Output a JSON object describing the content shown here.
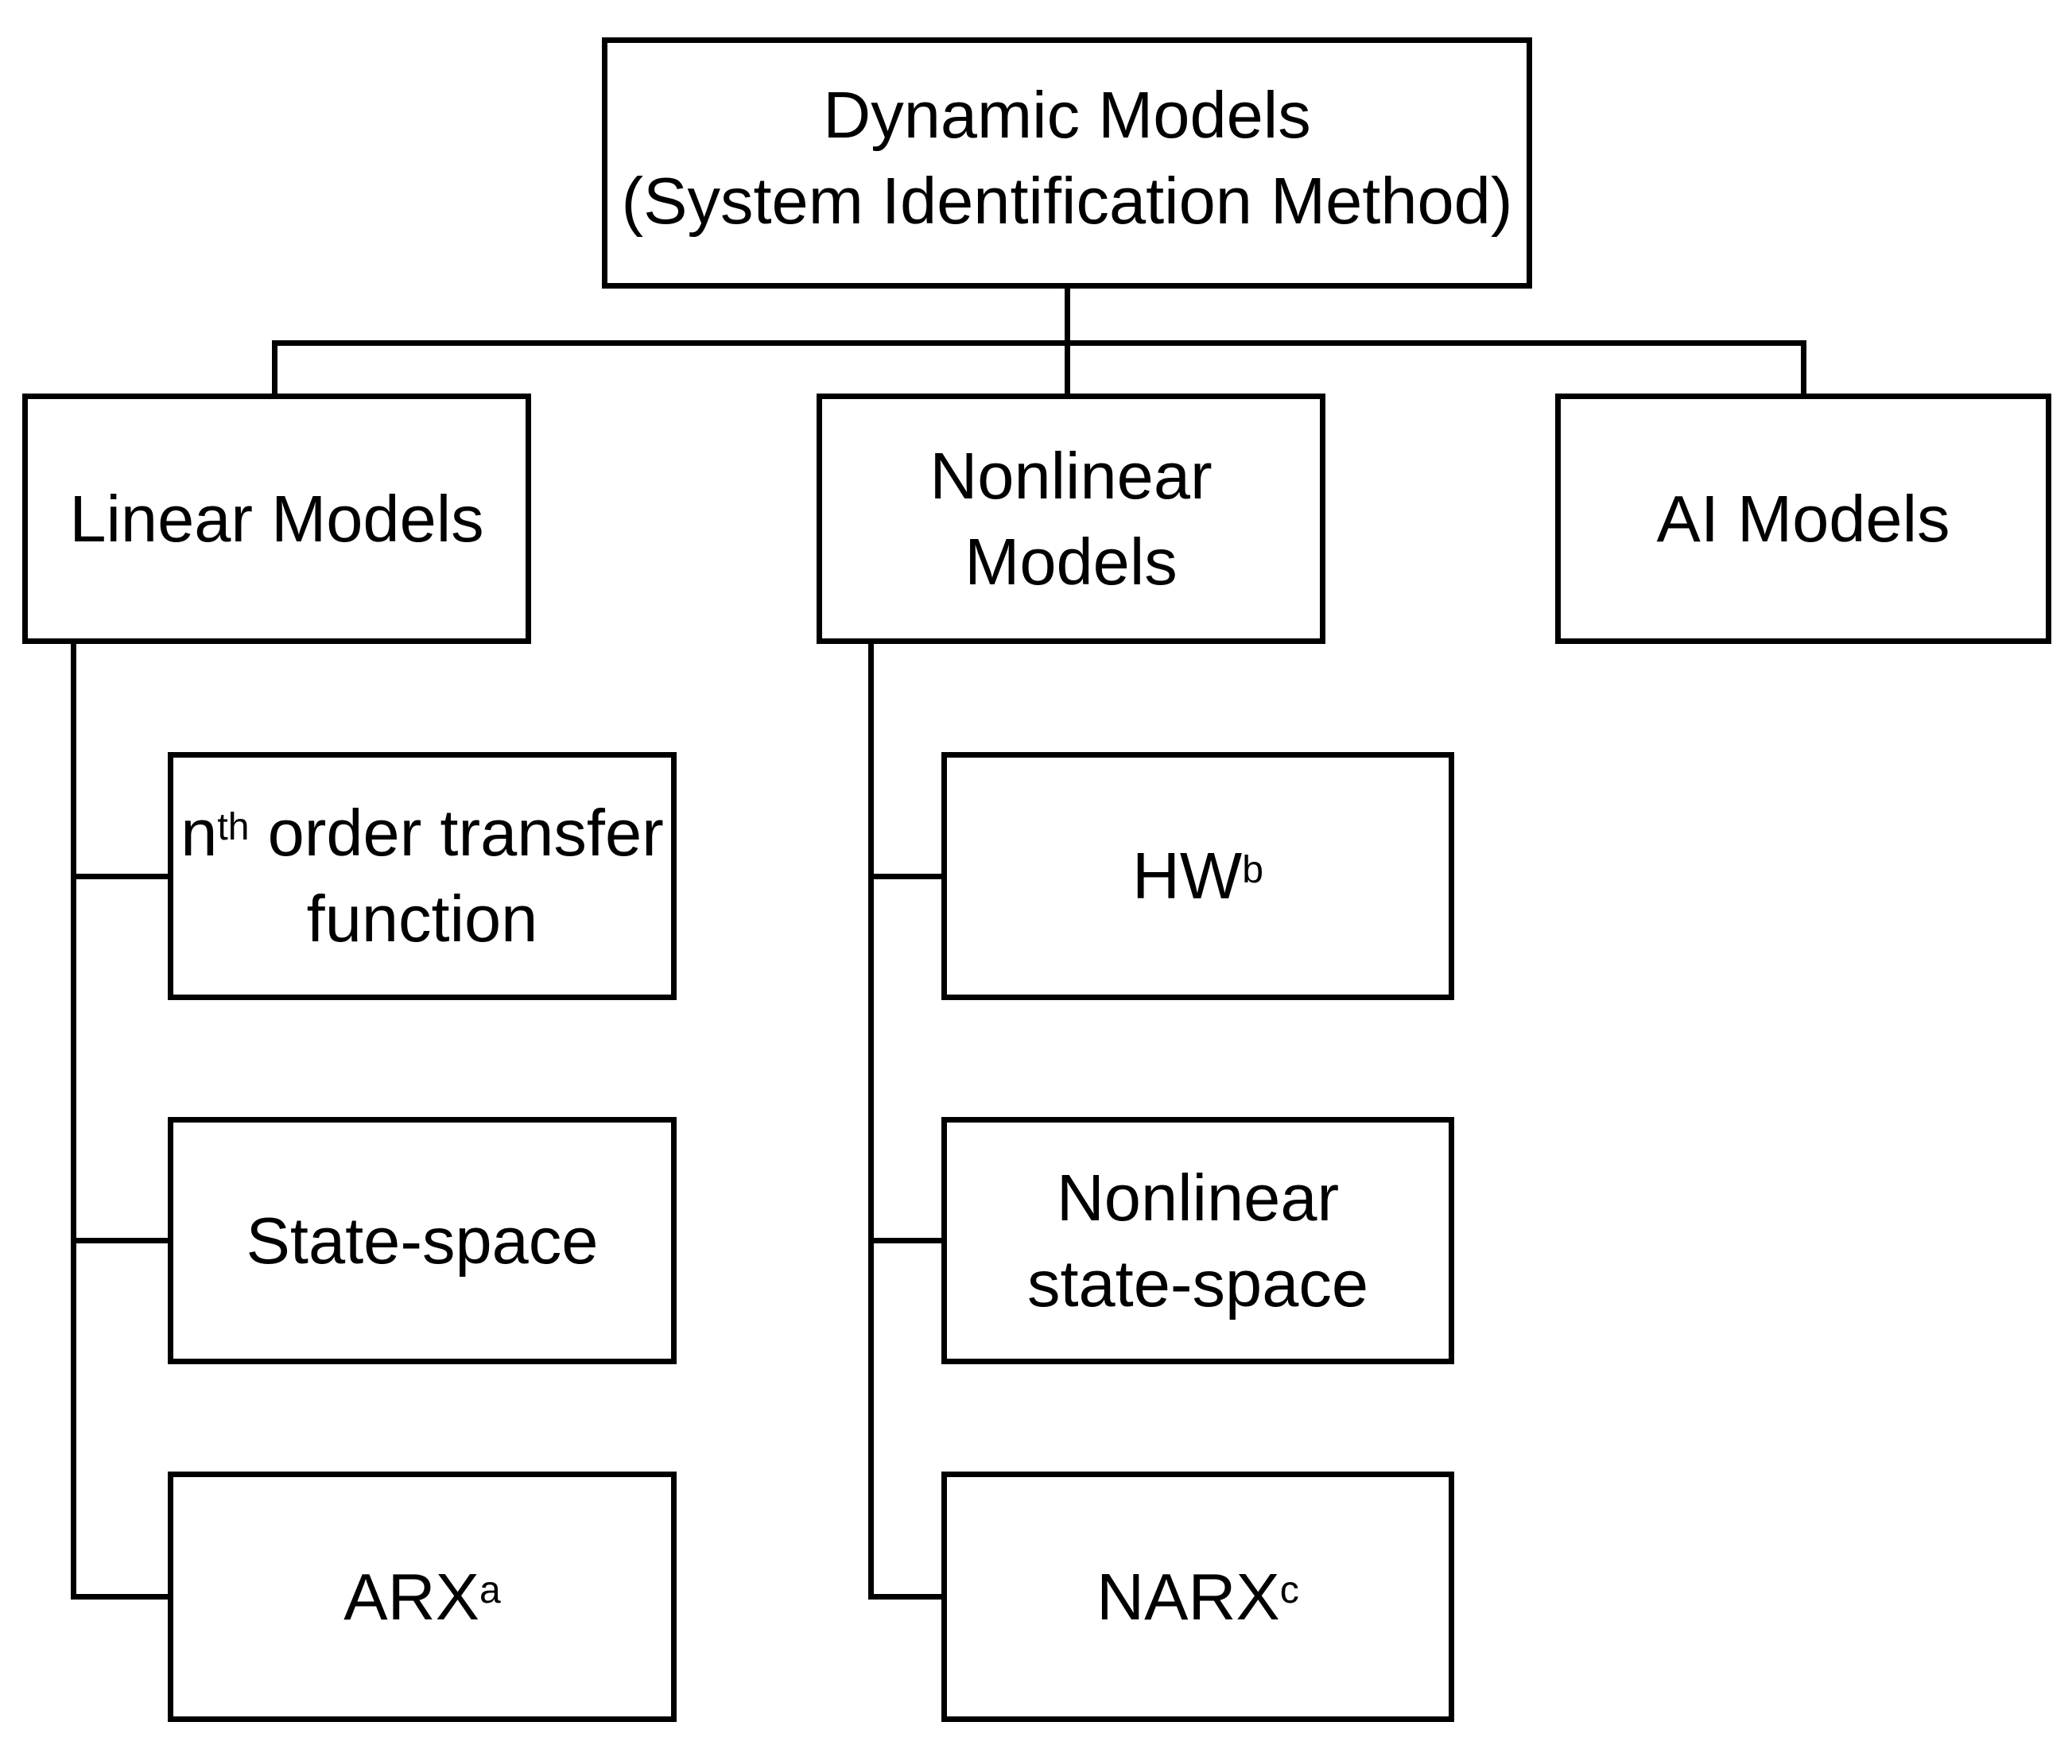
{
  "colors": {
    "line": "#000000",
    "background": "#ffffff",
    "text": "#000000"
  },
  "nodes": {
    "root": {
      "lines": [
        [
          {
            "t": "Dynamic Models"
          }
        ],
        [
          {
            "t": "(System Identification Method)"
          }
        ]
      ]
    },
    "linear": {
      "lines": [
        [
          {
            "t": "Linear Models"
          }
        ]
      ]
    },
    "nonlinear": {
      "lines": [
        [
          {
            "t": "Nonlinear"
          }
        ],
        [
          {
            "t": "Models"
          }
        ]
      ]
    },
    "ai": {
      "lines": [
        [
          {
            "t": "AI Models"
          }
        ]
      ]
    },
    "transfer_function": {
      "lines": [
        [
          {
            "t": "n"
          },
          {
            "t": "th",
            "sup": true
          },
          {
            "t": " order transfer"
          }
        ],
        [
          {
            "t": "function"
          }
        ]
      ]
    },
    "state_space": {
      "lines": [
        [
          {
            "t": "State-space"
          }
        ]
      ]
    },
    "arx": {
      "lines": [
        [
          {
            "t": "ARX"
          },
          {
            "t": "a",
            "sup": true
          }
        ]
      ]
    },
    "hw": {
      "lines": [
        [
          {
            "t": "HW"
          },
          {
            "t": "b",
            "sup": true
          }
        ]
      ]
    },
    "nonlinear_state_space": {
      "lines": [
        [
          {
            "t": "Nonlinear"
          }
        ],
        [
          {
            "t": "state-space"
          }
        ]
      ]
    },
    "narx": {
      "lines": [
        [
          {
            "t": "NARX"
          },
          {
            "t": "c",
            "sup": true
          }
        ]
      ]
    }
  },
  "edges": [
    {
      "from": "Dynamic Models (System Identification Method)",
      "to": "Linear Models"
    },
    {
      "from": "Dynamic Models (System Identification Method)",
      "to": "Nonlinear Models"
    },
    {
      "from": "Dynamic Models (System Identification Method)",
      "to": "AI Models"
    },
    {
      "from": "Linear Models",
      "to": "nth order transfer function"
    },
    {
      "from": "Linear Models",
      "to": "State-space"
    },
    {
      "from": "Linear Models",
      "to": "ARXa"
    },
    {
      "from": "Nonlinear Models",
      "to": "HWb"
    },
    {
      "from": "Nonlinear Models",
      "to": "Nonlinear state-space"
    },
    {
      "from": "Nonlinear Models",
      "to": "NARXc"
    }
  ]
}
